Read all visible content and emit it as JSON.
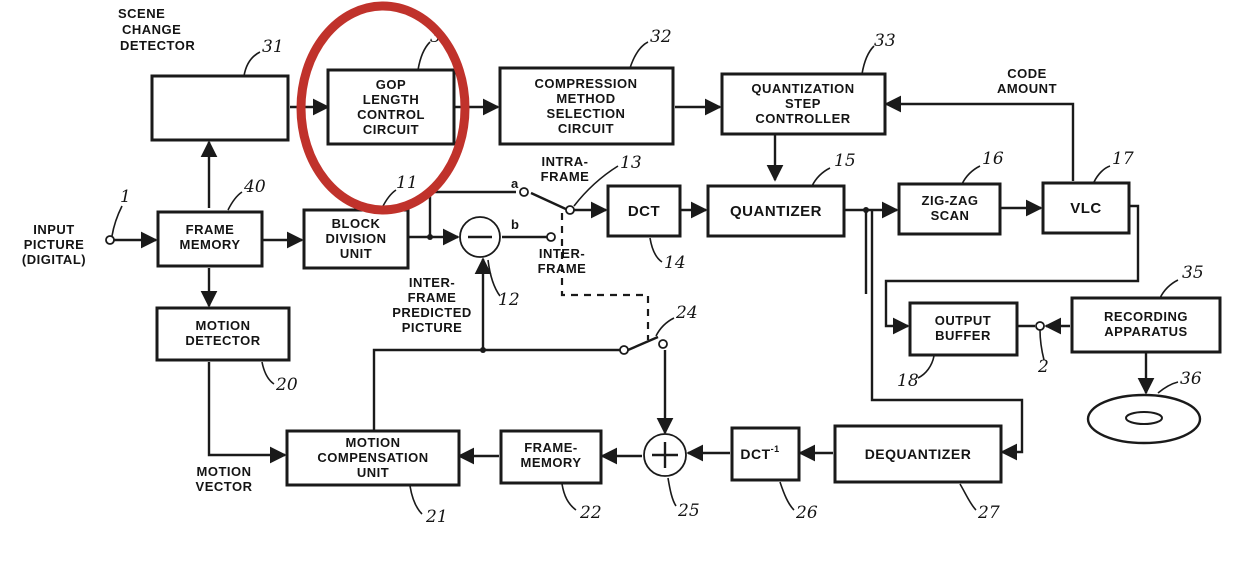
{
  "blocks": {
    "scene_change_detector": {
      "label": [
        "SCENE",
        "CHANGE",
        "DETECTOR"
      ],
      "ref": "31"
    },
    "gop_length_control": {
      "label": [
        "GOP",
        "LENGTH",
        "CONTROL",
        "CIRCUIT"
      ],
      "ref": "3"
    },
    "compression_method": {
      "label": [
        "COMPRESSION",
        "METHOD",
        "SELECTION",
        "CIRCUIT"
      ],
      "ref": "32"
    },
    "quantization_step": {
      "label": [
        "QUANTIZATION",
        "STEP",
        "CONTROLLER"
      ],
      "ref": "33"
    },
    "frame_memory_in": {
      "label": [
        "FRAME",
        "MEMORY"
      ],
      "ref": "40"
    },
    "block_division": {
      "label": [
        "BLOCK",
        "DIVISION",
        "UNIT"
      ],
      "ref": "11"
    },
    "dct": {
      "label": [
        "DCT"
      ],
      "ref": "14"
    },
    "quantizer": {
      "label": [
        "QUANTIZER"
      ],
      "ref": "15"
    },
    "zigzag": {
      "label": [
        "ZIG-ZAG",
        "SCAN"
      ],
      "ref": "16"
    },
    "vlc": {
      "label": [
        "VLC"
      ],
      "ref": "17"
    },
    "motion_detector": {
      "label": [
        "MOTION",
        "DETECTOR"
      ],
      "ref": "20"
    },
    "output_buffer": {
      "label": [
        "OUTPUT",
        "BUFFER"
      ],
      "ref": "18"
    },
    "recording_apparatus": {
      "label": [
        "RECORDING",
        "APPARATUS"
      ],
      "ref": "35"
    },
    "motion_compensation": {
      "label": [
        "MOTION",
        "COMPENSATION",
        "UNIT"
      ],
      "ref": "21"
    },
    "frame_memory_loop": {
      "label": [
        "FRAME-",
        "MEMORY"
      ],
      "ref": "22"
    },
    "idct": {
      "label": [
        "DCT"
      ],
      "sup": "-1",
      "ref": "26"
    },
    "dequantizer": {
      "label": [
        "DEQUANTIZER"
      ],
      "ref": "27"
    }
  },
  "signals": {
    "input_picture": [
      "INPUT",
      "PICTURE",
      "(DIGITAL)"
    ],
    "input_ref": "1",
    "code_amount": [
      "CODE",
      "AMOUNT"
    ],
    "intra_frame": [
      "INTRA-",
      "FRAME"
    ],
    "inter_frame": [
      "INTER-",
      "FRAME"
    ],
    "inter_frame_predicted": [
      "INTER-",
      "FRAME",
      "PREDICTED",
      "PICTURE"
    ],
    "motion_vector": [
      "MOTION",
      "VECTOR"
    ],
    "switch_a": "a",
    "switch_b": "b",
    "switch_ref": "13",
    "subtractor_ref": "12",
    "switch2_ref": "24",
    "adder_ref": "25",
    "output_ref": "2",
    "disc_ref": "36"
  },
  "annotation": {
    "type": "circle-highlight",
    "color": "#c0322b",
    "target": "gop_length_control"
  }
}
